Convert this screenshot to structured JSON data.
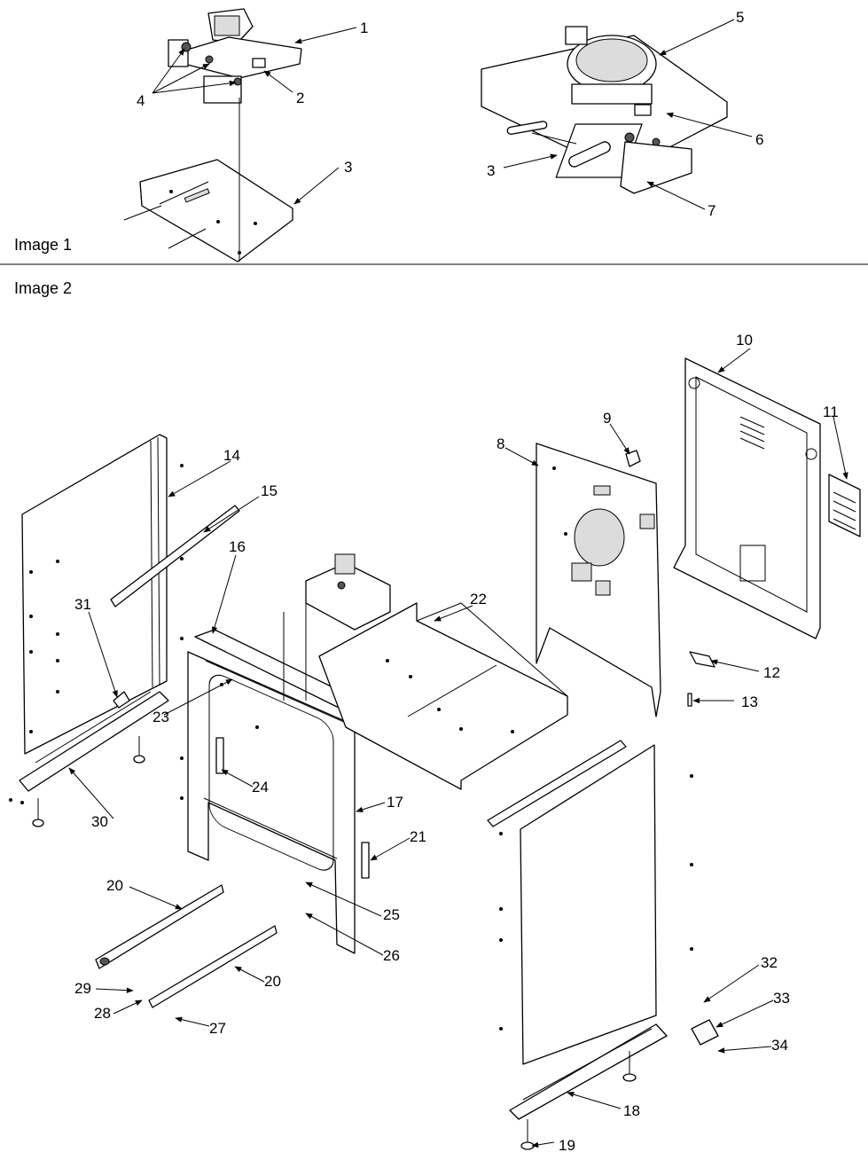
{
  "sections": {
    "image1_label": "Image 1",
    "image2_label": "Image 2"
  },
  "callouts": [
    "1",
    "2",
    "3",
    "4",
    "5",
    "3",
    "6",
    "7",
    "8",
    "9",
    "10",
    "11",
    "12",
    "13",
    "14",
    "15",
    "16",
    "22",
    "31",
    "23",
    "24",
    "30",
    "17",
    "21",
    "20",
    "25",
    "26",
    "29",
    "20",
    "28",
    "27",
    "32",
    "33",
    "34",
    "18",
    "19"
  ],
  "colors": {
    "line": "#000000",
    "background": "#ffffff",
    "shade": "#dcdcdc"
  }
}
